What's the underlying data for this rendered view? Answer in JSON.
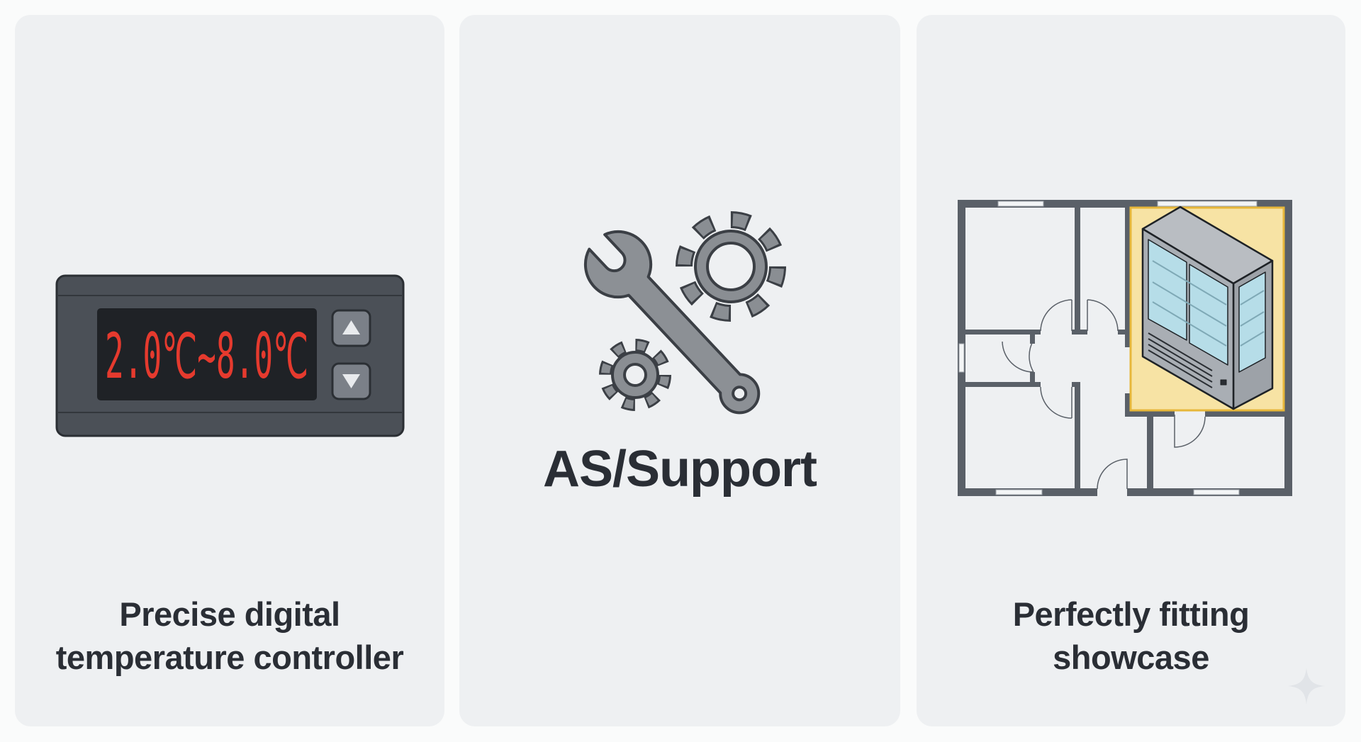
{
  "cards": [
    {
      "id": "temperature",
      "caption_line1": "Precise digital",
      "caption_line2": "temperature controller",
      "display_text": "2.0℃~8.0℃",
      "up_icon": "triangle-up-icon",
      "down_icon": "triangle-down-icon"
    },
    {
      "id": "support",
      "title": "AS/Support",
      "icon": "wrench-gears-icon"
    },
    {
      "id": "showcase",
      "caption_line1": "Perfectly fitting",
      "caption_line2": "showcase",
      "icon": "floor-plan-showcase-icon"
    }
  ],
  "colors": {
    "card_bg": "#eef0f2",
    "text": "#2a2e35",
    "display_red": "#e53a2e",
    "highlight": "#f7e3a4"
  },
  "watermark_icon": "sparkle-icon"
}
